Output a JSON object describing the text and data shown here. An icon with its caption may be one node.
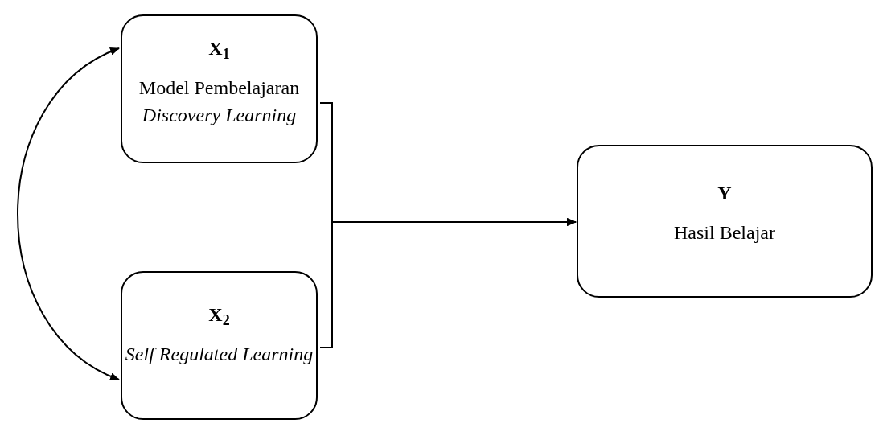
{
  "diagram": {
    "nodes": [
      {
        "text": [
          "X$_{1}$",
          "Model Pembelajaran *Discovery Learning*"
        ]
      },
      {
        "text": [
          "X$_{2}$",
          "Self Regulated Learning"
        ]
      },
      {
        "text": [
          "Y",
          "Hasil Belajar"
        ]
      }
    ],
    "edges": [
      {
        "from": 0,
        "to": 1,
        "arrow": "both"
      },
      {
        "from": 0,
        "to": 2,
        "arrow": "to"
      },
      {
        "from": 1,
        "to": 2,
        "arrow": "to"
      }
    ]
  }
}
